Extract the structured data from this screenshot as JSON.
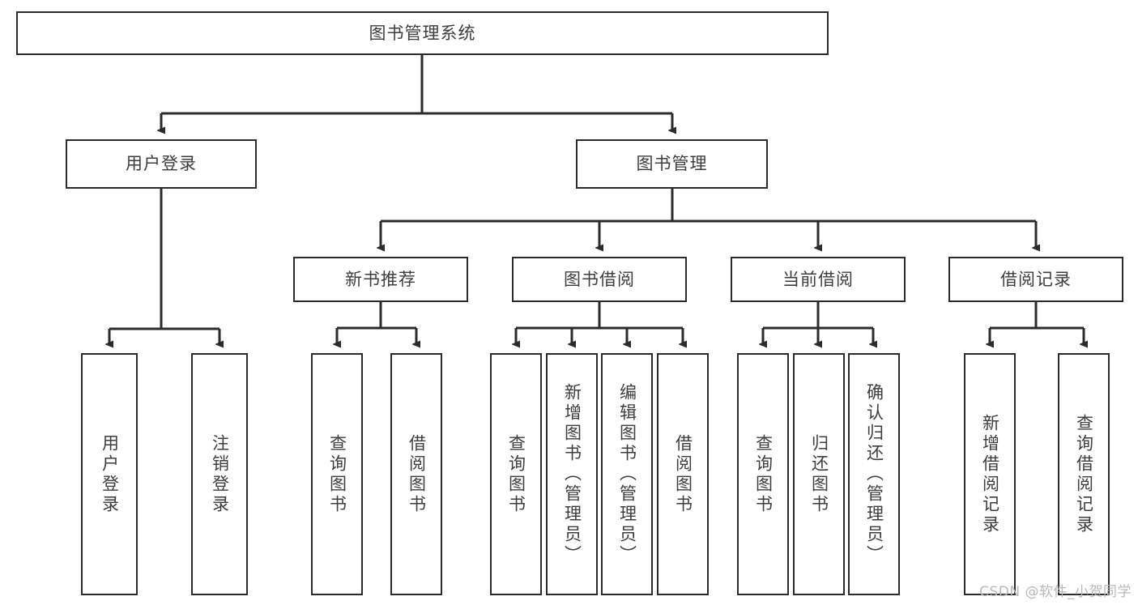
{
  "diagram": {
    "title": "图书管理系统",
    "type": "hierarchy-tree",
    "watermark": "CSDN @软件_小贺同学",
    "colors": {
      "stroke": "#2b2b2b",
      "text": "#3d3d3d",
      "background": "#ffffff",
      "watermark": "#b9b9b9"
    },
    "levels": [
      {
        "level": 1,
        "nodes": [
          {
            "id": "root",
            "label": "图书管理系统",
            "orientation": "horizontal"
          }
        ]
      },
      {
        "level": 2,
        "nodes": [
          {
            "id": "user-login",
            "label": "用户登录",
            "orientation": "horizontal"
          },
          {
            "id": "book-manage",
            "label": "图书管理",
            "orientation": "horizontal"
          }
        ]
      },
      {
        "level": 3,
        "nodes": [
          {
            "id": "new-book-rec",
            "label": "新书推荐",
            "orientation": "horizontal"
          },
          {
            "id": "book-borrow",
            "label": "图书借阅",
            "orientation": "horizontal"
          },
          {
            "id": "current-borrow",
            "label": "当前借阅",
            "orientation": "horizontal"
          },
          {
            "id": "borrow-record",
            "label": "借阅记录",
            "orientation": "horizontal"
          }
        ]
      },
      {
        "level": 4,
        "nodes": [
          {
            "id": "leaf-user-login",
            "label": "用户登录",
            "orientation": "vertical",
            "parent": "user-login"
          },
          {
            "id": "leaf-logout",
            "label": "注销登录",
            "orientation": "vertical",
            "parent": "user-login"
          },
          {
            "id": "leaf-query-book-1",
            "label": "查询图书",
            "orientation": "vertical",
            "parent": "new-book-rec"
          },
          {
            "id": "leaf-borrow-book-1",
            "label": "借阅图书",
            "orientation": "vertical",
            "parent": "new-book-rec"
          },
          {
            "id": "leaf-query-book-2",
            "label": "查询图书",
            "orientation": "vertical",
            "parent": "book-borrow"
          },
          {
            "id": "leaf-add-book",
            "label": "新增图书（管理员）",
            "orientation": "vertical",
            "parent": "book-borrow"
          },
          {
            "id": "leaf-edit-book",
            "label": "编辑图书（管理员）",
            "orientation": "vertical",
            "parent": "book-borrow"
          },
          {
            "id": "leaf-borrow-book-2",
            "label": "借阅图书",
            "orientation": "vertical",
            "parent": "book-borrow"
          },
          {
            "id": "leaf-query-book-3",
            "label": "查询图书",
            "orientation": "vertical",
            "parent": "current-borrow"
          },
          {
            "id": "leaf-return-book",
            "label": "归还图书",
            "orientation": "vertical",
            "parent": "current-borrow"
          },
          {
            "id": "leaf-confirm-return",
            "label": "确认归还（管理员）",
            "orientation": "vertical",
            "parent": "current-borrow"
          },
          {
            "id": "leaf-add-record",
            "label": "新增借阅记录",
            "orientation": "vertical",
            "parent": "borrow-record"
          },
          {
            "id": "leaf-query-record",
            "label": "查询借阅记录",
            "orientation": "vertical",
            "parent": "borrow-record"
          }
        ]
      }
    ]
  }
}
